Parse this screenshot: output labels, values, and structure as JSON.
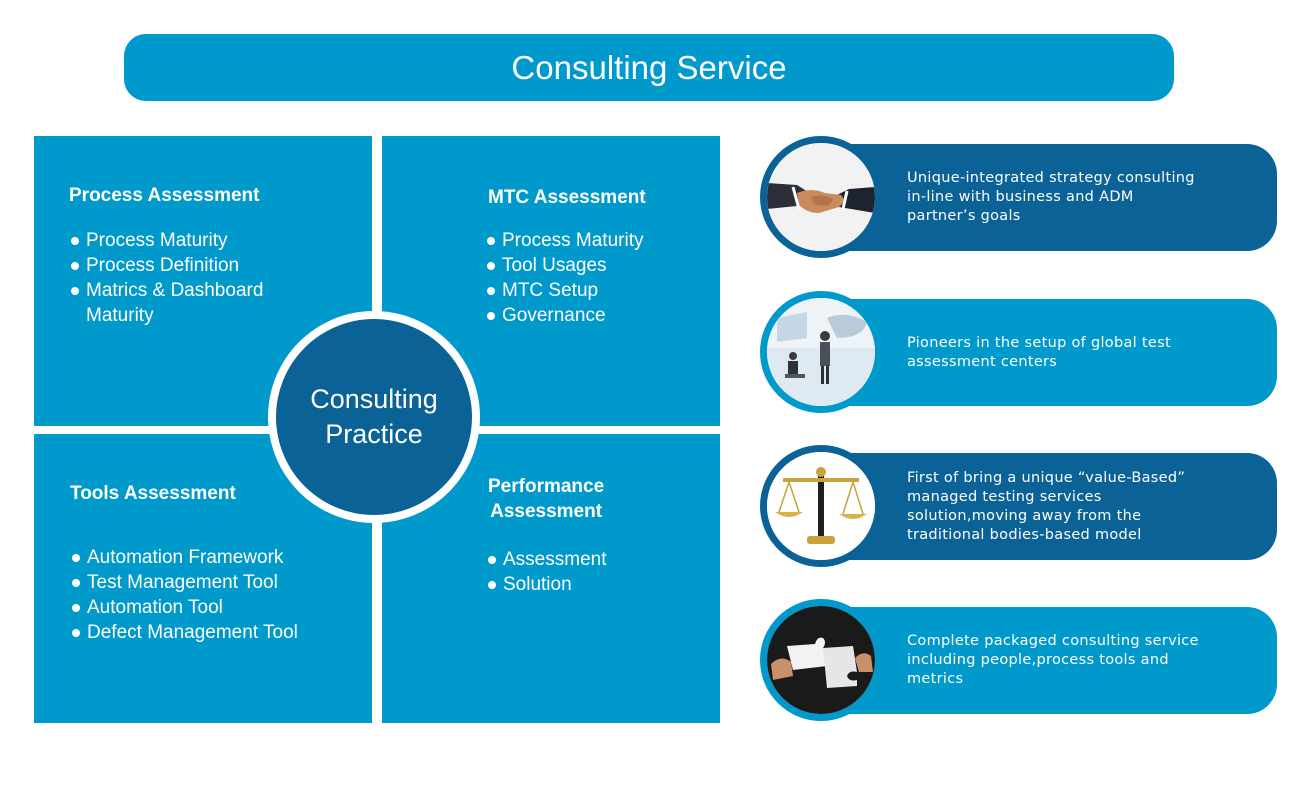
{
  "title": "Consulting Service",
  "center": {
    "line1": "Consulting",
    "line2": "Practice"
  },
  "quadrants": {
    "process": {
      "title": "Process Assessment",
      "items": [
        "Process Maturity",
        "Process Definition",
        "Matrics & Dashboard Maturity"
      ]
    },
    "mtc": {
      "title": "MTC Assessment",
      "items": [
        "Process Maturity",
        "Tool Usages",
        "MTC Setup",
        "Governance"
      ]
    },
    "tools": {
      "title": "Tools Assessment",
      "items": [
        "Automation Framework",
        "Test Management Tool",
        "Automation Tool",
        "Defect Management Tool"
      ]
    },
    "performance": {
      "title_line1": "Performance",
      "title_line2": "Assessment",
      "items": [
        "Assessment",
        "Solution"
      ]
    }
  },
  "features": [
    {
      "text": "Unique-integrated strategy consulting in-line with business and ADM partner’s goals",
      "icon": "handshake-icon",
      "style": "dark"
    },
    {
      "text": "Pioneers in the setup of global test assessment centers",
      "icon": "business-people-icon",
      "style": "light"
    },
    {
      "text": "First of bring a unique “value-Based” managed testing services solution,moving away from the traditional  bodies-based model",
      "icon": "scales-icon",
      "style": "dark"
    },
    {
      "text": "Complete packaged consulting service including people,process tools and metrics",
      "icon": "puzzle-icon",
      "style": "light"
    }
  ],
  "colors": {
    "light_blue": "#0099cc",
    "dark_blue": "#0a6296",
    "text": "#ffffff"
  }
}
